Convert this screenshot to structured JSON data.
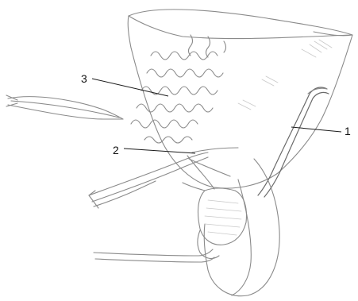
{
  "labels": {
    "one": "1",
    "two": "2",
    "three": "3"
  },
  "colors": {
    "pencil": "#8a8a8a",
    "label": "#111111"
  }
}
